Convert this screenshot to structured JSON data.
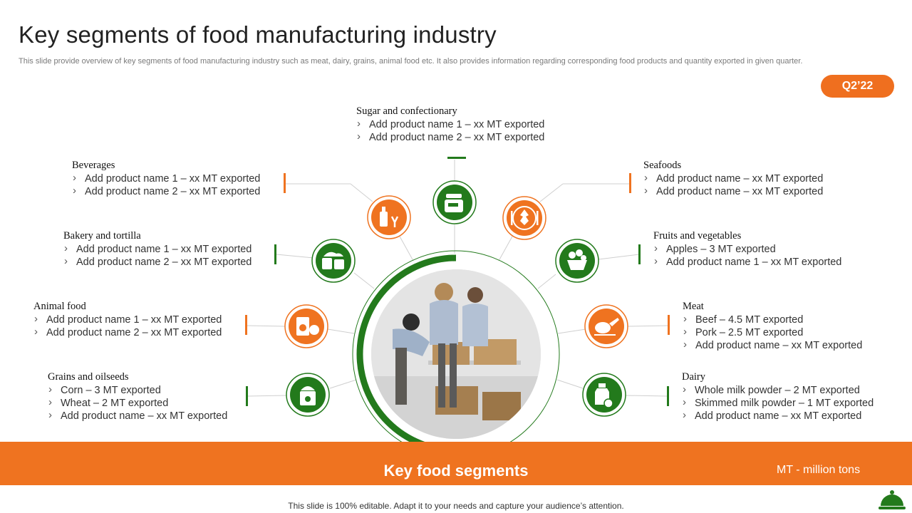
{
  "header": {
    "title": "Key segments of food manufacturing industry",
    "subtitle": "This slide provide overview of key segments of food manufacturing industry such as meat, dairy, grains, animal food etc. It also provides information regarding corresponding food products and quantity exported in given quarter."
  },
  "badge": {
    "label": "Q2’22"
  },
  "colors": {
    "orange": "#ef7320",
    "green": "#237a1c",
    "line": "#cfcfcf"
  },
  "segments": {
    "sugar": {
      "title": "Sugar and confectionary",
      "items": [
        "Add product name 1  – xx MT exported",
        "Add product name 2 – xx MT exported"
      ],
      "icon": "sugar-jar-icon"
    },
    "beverages": {
      "title": "Beverages",
      "items": [
        "Add product name 1  – xx MT exported",
        "Add product name 2 – xx MT exported"
      ],
      "icon": "bottle-icon"
    },
    "seafoods": {
      "title": "Seafoods",
      "items": [
        "Add product name – xx MT exported",
        "Add product name – xx MT exported"
      ],
      "icon": "fish-plate-icon"
    },
    "bakery": {
      "title": "Bakery and tortilla",
      "items": [
        "Add product name 1 – xx MT exported",
        "Add product name 2 – xx MT exported"
      ],
      "icon": "bread-icon"
    },
    "fruits": {
      "title": "Fruits and vegetables",
      "items": [
        "Apples – 3 MT exported",
        "Add product name 1 – xx MT exported"
      ],
      "icon": "fruit-basket-icon"
    },
    "animal": {
      "title": "Animal food",
      "items": [
        "Add product name 1 – xx MT exported",
        "Add product name 2 – xx MT exported"
      ],
      "icon": "pet-food-icon"
    },
    "meat": {
      "title": "Meat",
      "items": [
        "Beef – 4.5 MT exported",
        "Pork – 2.5 MT exported",
        "Add product name – xx MT exported"
      ],
      "icon": "roast-chicken-icon"
    },
    "grains": {
      "title": "Grains and oilseeds",
      "items": [
        "Corn – 3 MT exported",
        "Wheat – 2 MT exported",
        "Add product name – xx MT exported"
      ],
      "icon": "grain-container-icon"
    },
    "dairy": {
      "title": "Dairy",
      "items": [
        "Whole milk powder – 2 MT exported",
        "Skimmed milk powder – 1 MT exported",
        "Add product name – xx MT exported"
      ],
      "icon": "milk-bottle-icon"
    }
  },
  "footer": {
    "title": "Key food segments",
    "unit_note": "MT - million tons",
    "note": "This slide is 100% editable. Adapt it to your needs and capture your audience’s attention."
  }
}
